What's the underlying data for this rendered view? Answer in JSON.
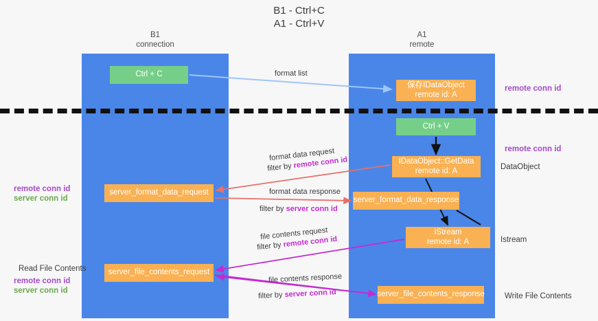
{
  "title": {
    "line1": "B1 - Ctrl+C",
    "line2": "A1 - Ctrl+V"
  },
  "columns": [
    {
      "id": "b1",
      "line1": "B1",
      "line2": "connection",
      "color": "#4a86e8"
    },
    {
      "id": "a1",
      "line1": "A1",
      "line2": "remote",
      "color": "#4a86e8"
    }
  ],
  "nodes": {
    "ctrl_c": {
      "label": "Ctrl + C",
      "color": "#76cf89"
    },
    "save_dataobject": {
      "line1": "保存IDataObject",
      "line2": "remote id: A",
      "color": "#f9b153"
    },
    "ctrl_v": {
      "label": "Ctrl + V",
      "color": "#76cf89"
    },
    "getdata": {
      "line1": "IDataObject::GetData",
      "line2": "remote id: A",
      "color": "#f9b153"
    },
    "server_format_data_request": {
      "label": "server_format_data_request",
      "color": "#f9b153"
    },
    "server_format_data_response": {
      "label": "server_format_data_response",
      "color": "#f9b153"
    },
    "istream": {
      "line1": "IStream",
      "line2": "remote id: A",
      "color": "#f9b153"
    },
    "server_file_contents_request": {
      "label": "server_file_contents_request",
      "color": "#f9b153"
    },
    "server_file_contents_response": {
      "label": "server_file_contents_response",
      "color": "#f9b153"
    }
  },
  "edges": {
    "format_list": {
      "label": "format list",
      "color": "#9fc5f8"
    },
    "format_data_request": {
      "line1": "format data request",
      "filter_prefix": "filter by ",
      "filter_key": "remote conn id",
      "color": "#e8706a"
    },
    "format_data_response": {
      "line1": "format data response",
      "filter_prefix": "filter by ",
      "filter_key": "server conn id",
      "color": "#e8706a"
    },
    "file_contents_request": {
      "line1": "file contents request",
      "filter_prefix": "filter by ",
      "filter_key": "remote conn id",
      "color": "#c42bd0"
    },
    "file_contents_response": {
      "line1": "file contents response",
      "filter_prefix": "filter by ",
      "filter_key": "server conn id",
      "color": "#c42bd0"
    }
  },
  "annotations": {
    "right": {
      "remote_conn_id_top": "remote conn id",
      "remote_conn_id_mid": "remote conn id",
      "dataobject": "DataObject",
      "istream": "Istream",
      "write_file_contents": "Write File Contents"
    },
    "left": {
      "remote_conn_id_1": "remote conn id",
      "server_conn_id_1": "server conn id",
      "read_file_contents": "Read File Contents",
      "remote_conn_id_2": "remote conn id",
      "server_conn_id_2": "server conn id"
    }
  },
  "colors": {
    "column": "#4a86e8",
    "node_orange": "#f9b153",
    "node_green": "#76cf89",
    "purple": "#a64ac9",
    "green_text": "#6aa84f",
    "magenta": "#c42bd0",
    "salmon": "#e8706a",
    "light_blue": "#9fc5f8",
    "divider": "#111111",
    "background": "#f7f7f7"
  }
}
